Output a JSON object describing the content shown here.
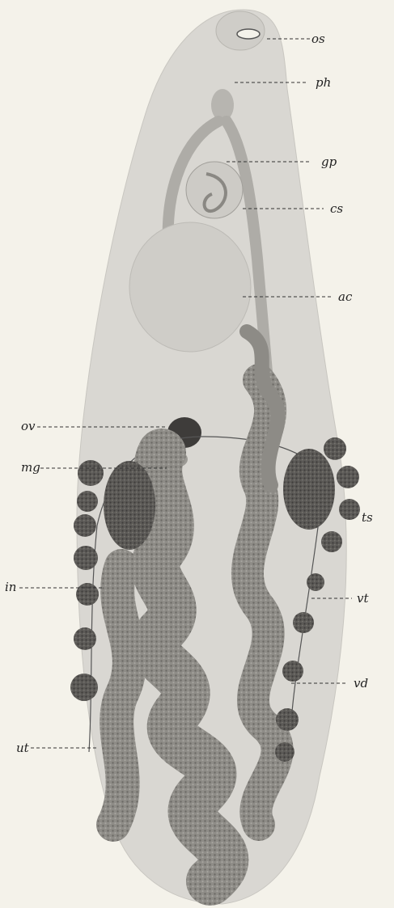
{
  "labels": {
    "os": "os",
    "ph": "ph",
    "gp": "gp",
    "cs": "cs",
    "ac": "ac",
    "ov": "ov",
    "mg": "mg",
    "ts": "ts",
    "in": "in",
    "vt": "vt",
    "vd": "vd",
    "ut": "ut"
  },
  "colors": {
    "background": "#f4f2ea",
    "body": "#d7d5d0",
    "organ_light": "#bcbab5",
    "organ_mid": "#8f8d88",
    "organ_dark": "#4c4a47",
    "testis": "#3a3836"
  }
}
